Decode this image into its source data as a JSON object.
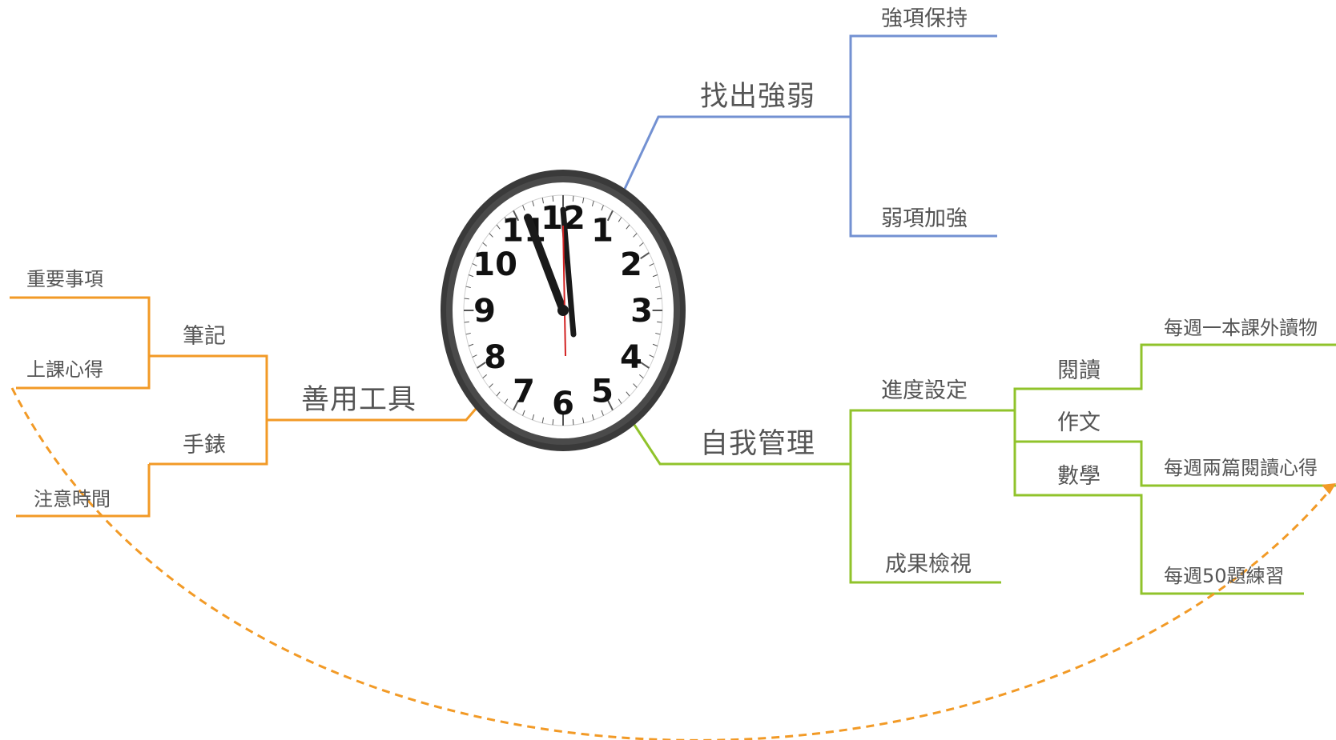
{
  "colors": {
    "blue": "#7391d2",
    "green": "#90c32b",
    "orange": "#f29a26",
    "text": "#555555",
    "clock_rim": "#3a3a3a",
    "second_hand": "#d22222"
  },
  "center": {
    "type": "analog-clock",
    "numerals": [
      "12",
      "1",
      "2",
      "3",
      "4",
      "5",
      "6",
      "7",
      "8",
      "9",
      "10",
      "11"
    ]
  },
  "branches": {
    "find": {
      "label": "找出強弱",
      "children": [
        {
          "label": "強項保持"
        },
        {
          "label": "弱項加強"
        }
      ]
    },
    "self": {
      "label": "自我管理",
      "progress": {
        "label": "進度設定",
        "children": [
          {
            "label": "閱讀",
            "leaf": "每週一本課外讀物"
          },
          {
            "label": "作文",
            "leaf": "每週兩篇閱讀心得"
          },
          {
            "label": "數學",
            "leaf": "每週50題練習"
          }
        ]
      },
      "review": {
        "label": "成果檢視"
      }
    },
    "tools": {
      "label": "善用工具",
      "notes": {
        "label": "筆記",
        "children": [
          {
            "label": "重要事項"
          },
          {
            "label": "上課心得"
          }
        ]
      },
      "watch": {
        "label": "手錶",
        "children": [
          {
            "label": "注意時間"
          }
        ]
      }
    }
  }
}
